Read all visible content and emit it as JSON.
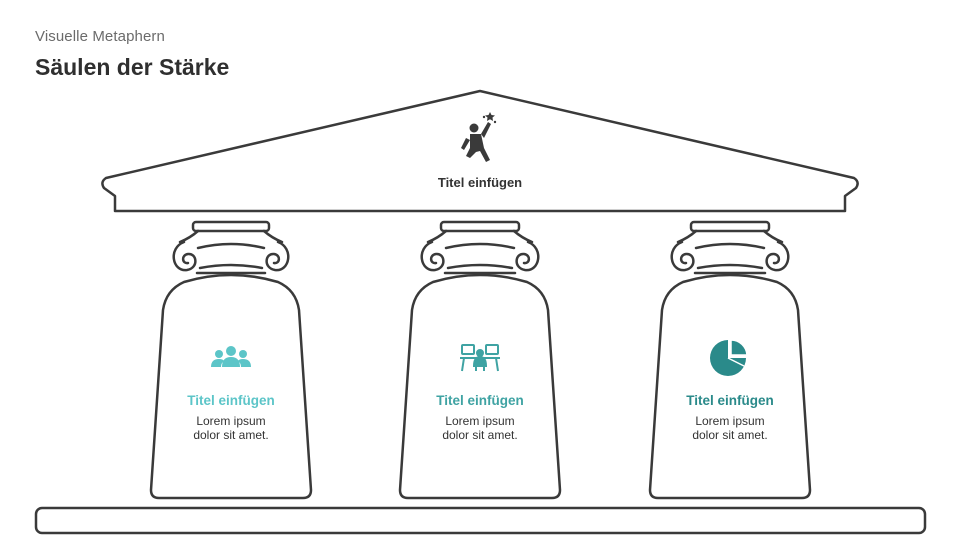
{
  "header": {
    "subtitle": "Visuelle Metaphern",
    "title": "Säulen der Stärke"
  },
  "roof": {
    "label": "Titel einfügen",
    "icon": "jumping-person-icon"
  },
  "columns": [
    {
      "title": "Titel einfügen",
      "description": "Lorem ipsum\ndolor sit amet.",
      "icon": "people-group-icon",
      "color": "#5cc5c8"
    },
    {
      "title": "Titel einfügen",
      "description": "Lorem ipsum\ndolor sit amet.",
      "icon": "workstations-icon",
      "color": "#3fa3a3"
    },
    {
      "title": "Titel einfügen",
      "description": "Lorem ipsum\ndolor sit amet.",
      "icon": "pie-chart-icon",
      "color": "#2a8a8a"
    }
  ],
  "colors": {
    "outline": "#3a3a3a",
    "roof_icon": "#3a3a3a"
  }
}
